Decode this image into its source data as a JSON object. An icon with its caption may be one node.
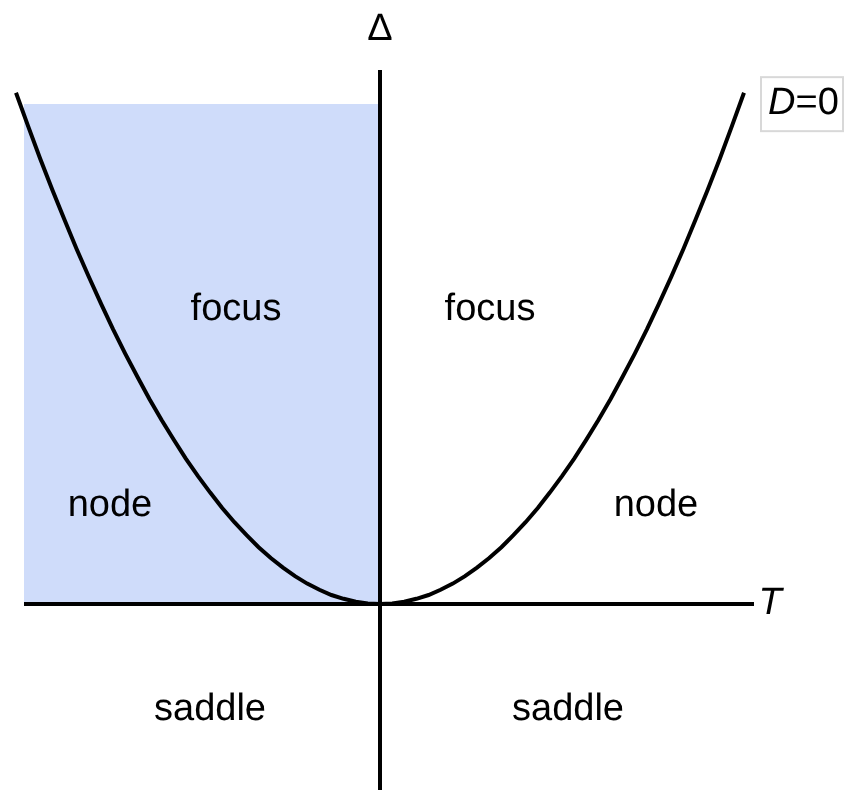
{
  "diagram": {
    "labels": [
      "Δ",
      "*D*=0",
      "focus",
      "focus",
      "node",
      "node",
      "T",
      "saddle",
      "saddle"
    ]
  }
}
